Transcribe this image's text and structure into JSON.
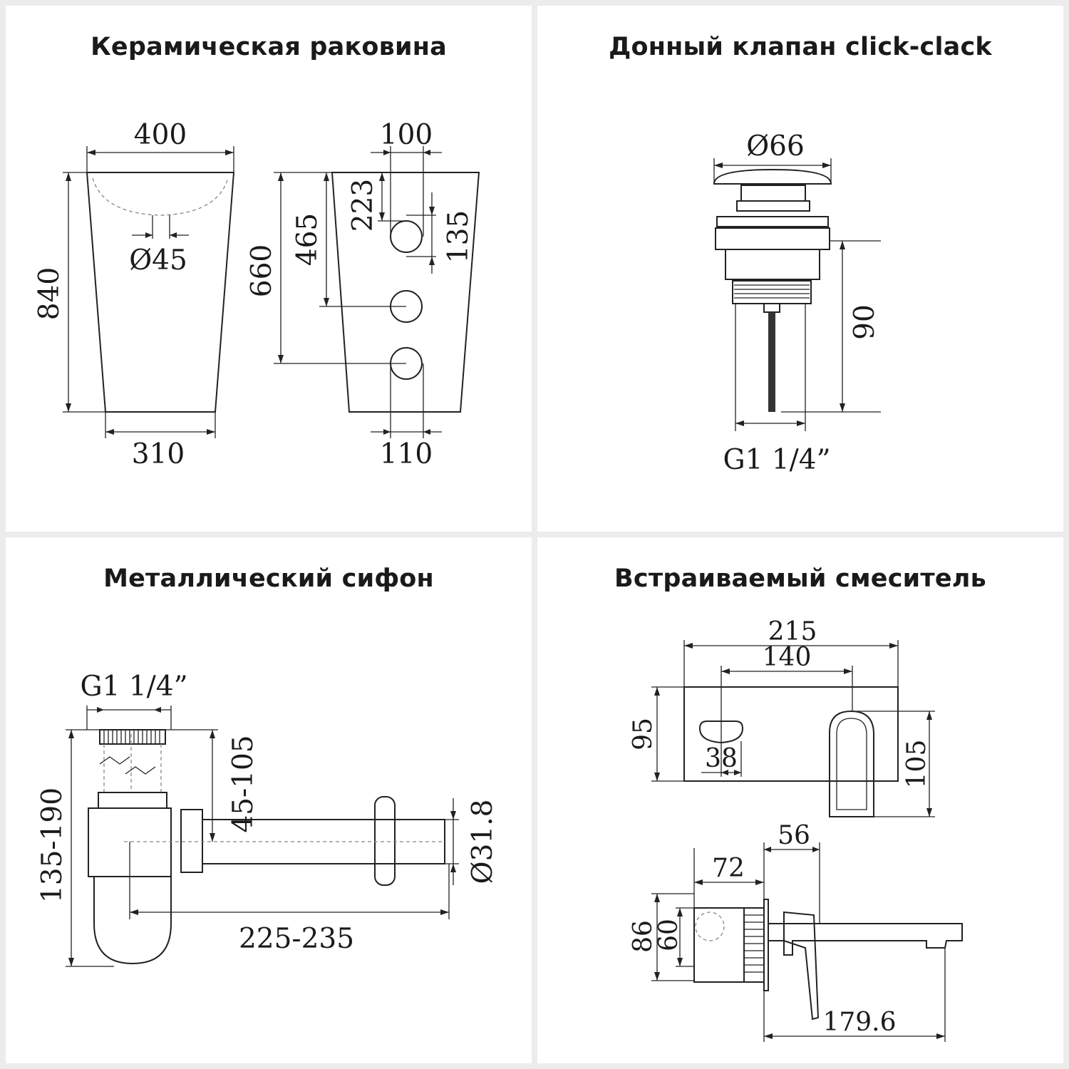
{
  "panels": [
    {
      "title": "Керамическая раковина",
      "dims": {
        "top_width": "400",
        "bottom_width": "310",
        "height": "840",
        "drain": "Ø45",
        "side_top": "100",
        "side_bottom": "110",
        "side_height": "660",
        "hole_465": "465",
        "hole_223": "223",
        "hole_135": "135"
      }
    },
    {
      "title": "Донный клапан click-clack",
      "dims": {
        "diameter": "Ø66",
        "height": "90",
        "thread": "G1 1/4”"
      }
    },
    {
      "title": "Металлический сифон",
      "dims": {
        "thread": "G1 1/4”",
        "height_range": "135-190",
        "adjust": "45-105",
        "pipe_diameter": "Ø31.8",
        "length": "225-235"
      }
    },
    {
      "title": "Встраиваемый смеситель",
      "dims": {
        "plate_width": "215",
        "spacing": "140",
        "plate_height": "95",
        "lever_height": "105",
        "small_width": "38",
        "depth_56": "56",
        "depth_72": "72",
        "height_86": "86",
        "height_60": "60",
        "spout": "179.6"
      }
    }
  ]
}
